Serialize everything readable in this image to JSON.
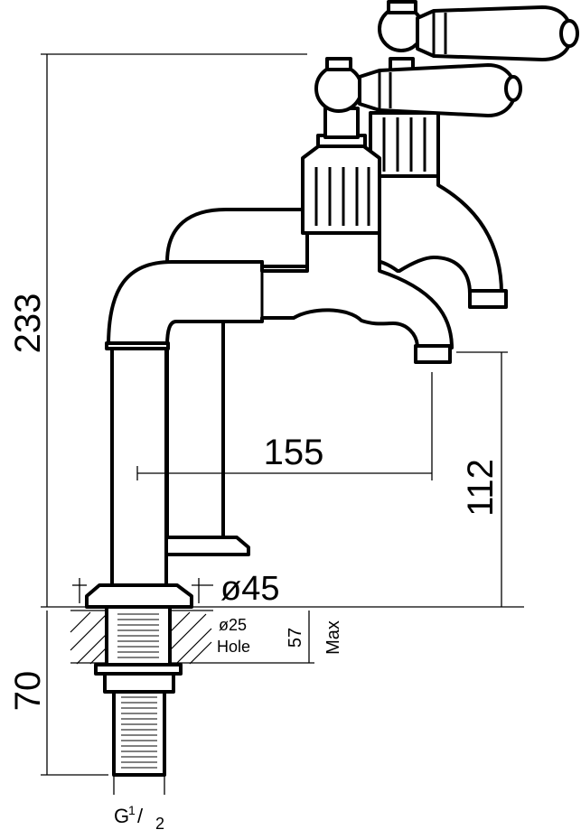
{
  "dimensions": {
    "overall_height": "233",
    "reach": "155",
    "spout_clearance": "112",
    "base_diameter": "ø45",
    "hole_diameter": "ø25",
    "hole_label": "Hole",
    "deck_thickness_value": "57",
    "deck_thickness_label": "Max",
    "shank_length": "70",
    "thread_main": "G",
    "thread_num": "1",
    "thread_den": "2"
  }
}
